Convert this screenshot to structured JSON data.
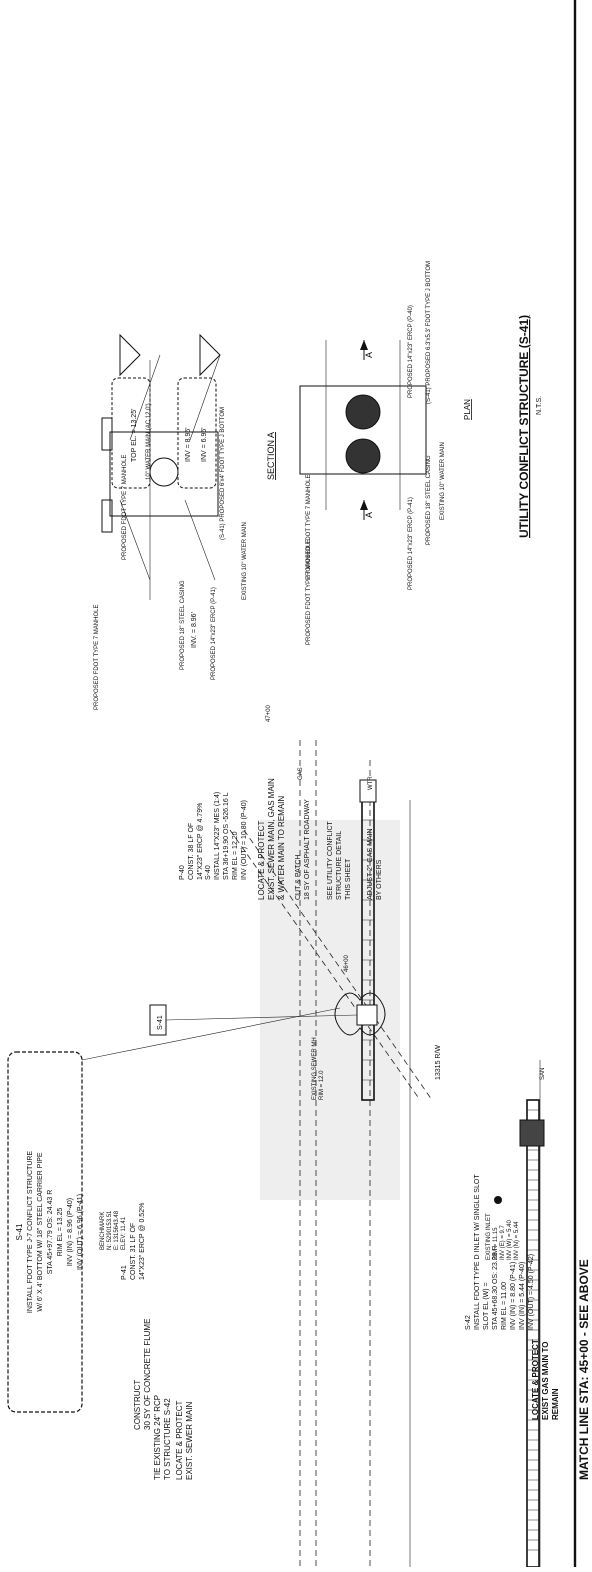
{
  "match_line": "MATCH LINE STA: 45+00 - SEE ABOVE",
  "detail": {
    "title": "UTILITY CONFLICT STRUCTURE (S-41)",
    "scale": "N.T.S.",
    "section_label": "SECTION A",
    "plan_label": "PLAN",
    "section_callouts": {
      "mh_left": "PROPOSED FDOT TYPE 7 MANHOLE",
      "mh_right": "PROPOSED FDOT TYPE 7 MANHOLE",
      "top_el": "TOP EL. = 13.25'",
      "water_cover": "10\" WATER MAIN (AC 12.0')",
      "inv_right": "INV = 8.96'",
      "inv_right2": "INV = 6.96'",
      "inv_left": "INV. = 8.96'",
      "casing": "PROPOSED 18\" STEEL CASING",
      "ercp": "PROPOSED 14\"x23\" ERCP (P-41)",
      "water_main": "EXISTING 10\" WATER MAIN",
      "bottom": "(S-41) PROPOSED 6'x4' FDOT TYPE J BOTTOM"
    },
    "plan_callouts": {
      "mh_left": "PROPOSED FDOT TYPE 7 MANHOLE",
      "mh_right": "PROPOSED FDOT TYPE 7 MANHOLE",
      "ercp_left": "PROPOSED 14\"x23\" ERCP (P-41)",
      "casing": "PROPOSED 18\" STEEL CASING",
      "water_main": "EXISTING 10\" WATER MAIN",
      "ercp_right": "PROPOSED 14\"x23\" ERCP (P-40)",
      "bottom": "(S-41) PROPOSED 6.3'x5.3' FDOT TYPE J BOTTOM",
      "section_marker": "A"
    }
  },
  "plan_view": {
    "s41_box": {
      "title": "S-41",
      "lines": [
        "INSTALL FDOT TYPE J-7 CONFLICT STRUCTURE",
        "W/ 6' X 4' BOTTOM W/ 18\" STEEL CARRIER PIPE",
        "STA 45+97.79 OS: 24.43 R",
        "RIM EL = 13.25",
        "INV (IN) = 8.96 (P-40)",
        "INV (OUT) = 6.96 (P-41)"
      ]
    },
    "s41_tag": "S-41",
    "s40": {
      "label": "S-40",
      "lines": [
        "INSTALL 14\"X23\" MES (1:4)",
        "STA 36+19.90 OS -526.16 L",
        "RIM EL = 12.20",
        "INV (OUT) = 10.80 (P-40)"
      ]
    },
    "p40": {
      "label": "P-40",
      "lines": [
        "CONST. 38 LF OF",
        "14\"X23\" ERCP @ 4.79%"
      ]
    },
    "p41": {
      "label": "P-41",
      "lines": [
        "CONST. 31 LF OF",
        "14\"X23\" ERCP @ 0.52%"
      ]
    },
    "notes": {
      "locate_protect_main": [
        "LOCATE & PROTECT",
        "EXIST. SEWER MAIN, GAS MAIN",
        "& WATER MAIN TO REMAIN"
      ],
      "cut_patch": [
        "CUT & PATCH",
        "18 SY OF ASPHALT ROADWAY"
      ],
      "see_detail": [
        "SEE UTILITY CONFLICT",
        "STRUCTURE DETAIL",
        "THIS SHEET"
      ],
      "adjust_gas": [
        "ADJUST 2\" GAS MAIN",
        "BY OTHERS"
      ],
      "flume": [
        "CONSTRUCT",
        "30 SY OF CONCRETE FLUME"
      ],
      "tie_rcp": [
        "TIE EXISTING 24\" RCP",
        "TO STRUCTURE S-42"
      ],
      "sewer_left": [
        "LOCATE & PROTECT",
        "EXIST. SEWER MAIN"
      ],
      "gas_left": [
        "LOCATE & PROTECT",
        "EXIST GAS MAIN TO",
        "REMAIN"
      ],
      "benchmark": [
        "BENCHMARK",
        "N: 5290153.51",
        "E: 1315643.48",
        "ELEV: 11.41"
      ],
      "existing_inlet": [
        "EXISTING INLET",
        "RIM = 11.15",
        "INV (E) = 9.7",
        "INV (W) = 5.40",
        "INV (N) = 5.44"
      ],
      "existing_sewer": [
        "EXISTING SEWER MH",
        "RIM = 12.0"
      ],
      "row": "13315 R/W"
    },
    "s42": {
      "label": "S-42",
      "lines": [
        "INSTALL FDOT TYPE D INLET W/ SINGLE SLOT",
        "SLOT EL (W) =",
        "STA 45+68.30 OS: 23.28 R",
        "RIM EL = 11.00",
        "INV (IN) = 8.80 (P-41)",
        "INV (IN) = 5.44 (P-40)",
        "INV (OUT) = 4.50 (P-42)"
      ]
    },
    "stations": [
      "46+00",
      "47+00"
    ],
    "utility_tags": {
      "gas": "GAS",
      "san": "SAN",
      "wtr": "WTR"
    }
  }
}
